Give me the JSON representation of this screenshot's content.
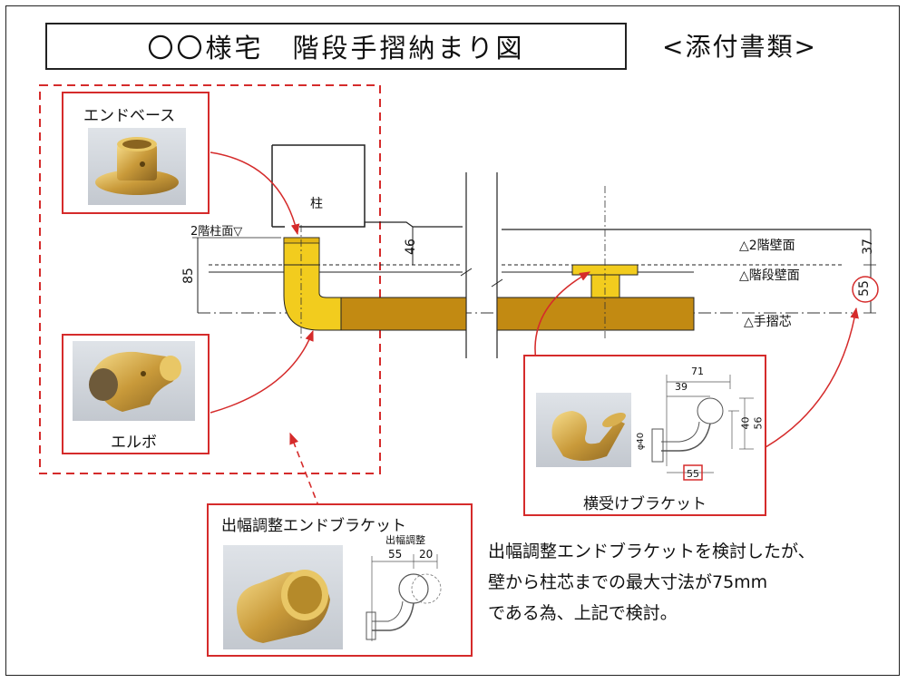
{
  "title": "〇〇様宅　階段手摺納まり図",
  "attachment_label": "<添付書類>",
  "parts": {
    "end_base": "エンドベース",
    "elbow": "エルボ",
    "horizontal_bracket": "横受けブラケット",
    "adjustable_end_bracket": "出幅調整エンドブラケット"
  },
  "drawing": {
    "pillar": "柱",
    "floor2_pillar_face": "2階柱面▽",
    "floor2_wall_face": "△2階壁面",
    "stair_wall_face": "△階段壁面",
    "handrail_center": "△手摺芯",
    "dim_46": "46",
    "dim_85": "85",
    "dim_37": "37",
    "dim_55": "55"
  },
  "bracket_detail": {
    "dim_71": "71",
    "dim_39": "39",
    "dim_40": "40",
    "dim_56": "56",
    "dim_phi40": "φ40",
    "dim_55": "55"
  },
  "adjust_detail": {
    "header": "出幅調整",
    "dim_55": "55",
    "dim_20": "20"
  },
  "note": {
    "line1": "出幅調整エンドブラケットを検討したが、",
    "line2": "壁から柱芯までの最大寸法が75mm",
    "line3": "である為、上記で検討。"
  },
  "colors": {
    "accent_red": "#d52b2b",
    "gold": "#f2cc1e",
    "rail_brown": "#c28a12"
  }
}
